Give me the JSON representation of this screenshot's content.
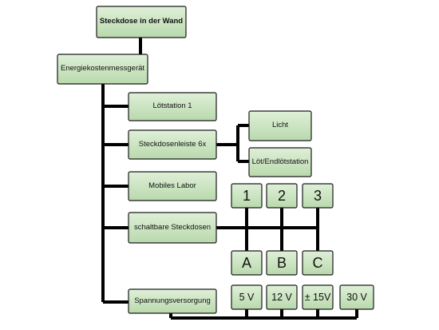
{
  "colors": {
    "box_fill_top": "#dff0d8",
    "box_fill_bottom": "#b9d9ad",
    "box_stroke": "#1a1a1a",
    "line": "#000000"
  },
  "nodes": {
    "wall_socket": "Steckdose in der Wand",
    "energy_meter": "Energiekostenmessgerät",
    "soldering_station_1": "Lötstation 1",
    "power_strip_6x": "Steckdosenleiste 6x",
    "light": "Licht",
    "desolder_station": "Löt/Endlötstation",
    "mobile_lab": "Mobiles Labor",
    "switchable_sockets": "schaltbare Steckdosen",
    "switch_1": "1",
    "switch_2": "2",
    "switch_3": "3",
    "socket_a": "A",
    "socket_b": "B",
    "socket_c": "C",
    "power_supply": "Spannungsversorgung",
    "v5": "5 V",
    "v12": "12 V",
    "v15": "± 15V",
    "v30": "30 V"
  }
}
